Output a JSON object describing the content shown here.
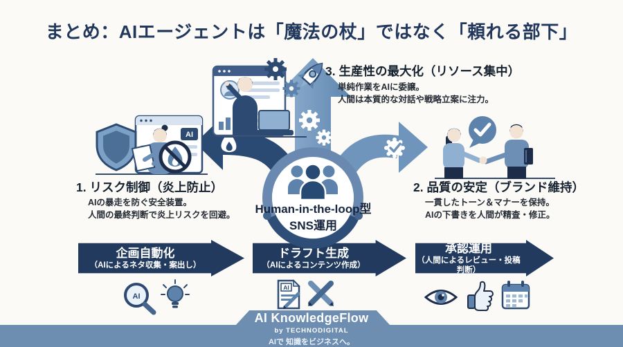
{
  "title": "まとめ：AIエージェントは「魔法の杖」ではなく「頼れる部下」",
  "sections": {
    "risk": {
      "heading": "1. リスク制御（炎上防止）",
      "line1": "AIの暴走を防ぐ安全装置。",
      "line2": "人間の最終判断で炎上リスクを回避。"
    },
    "quality": {
      "heading": "2. 品質の安定（ブランド維持）",
      "line1": "一貫したトーン＆マナーを保持。",
      "line2": "AIの下書きを人間が精査・修正。"
    },
    "productivity": {
      "heading": "3. 生産性の最大化（リソース集中）",
      "line1": "単純作業をAIに委譲。",
      "line2": "人間は本質的な対話や戦略立案に注力。"
    }
  },
  "hub": {
    "line1": "Human-in-the-loop型",
    "line2": "SNS運用"
  },
  "flow": [
    {
      "title": "企画自動化",
      "subtitle": "（AIによるネタ収集・案出し）"
    },
    {
      "title": "ドラフト生成",
      "subtitle": "（AIによるコンテンツ作成）"
    },
    {
      "title": "承認運用",
      "subtitle": "（人間によるレビュー・投稿判断）"
    }
  ],
  "badges": {
    "browser": "AI",
    "magnifier": "AI",
    "document": "AI"
  },
  "footer": {
    "brand": "AI KnowledgeFlow",
    "byline": "by TECHNODIGITAL",
    "tagline": "AIで 知識をビジネスへ。"
  },
  "colors": {
    "navy": "#22375c",
    "dark_arrow": "#2b4a73",
    "mid_blue": "#6e8fb4",
    "light_arrow": "#7095bc",
    "footer_bar": "#6d8db1",
    "background": "#fbfaf6"
  }
}
